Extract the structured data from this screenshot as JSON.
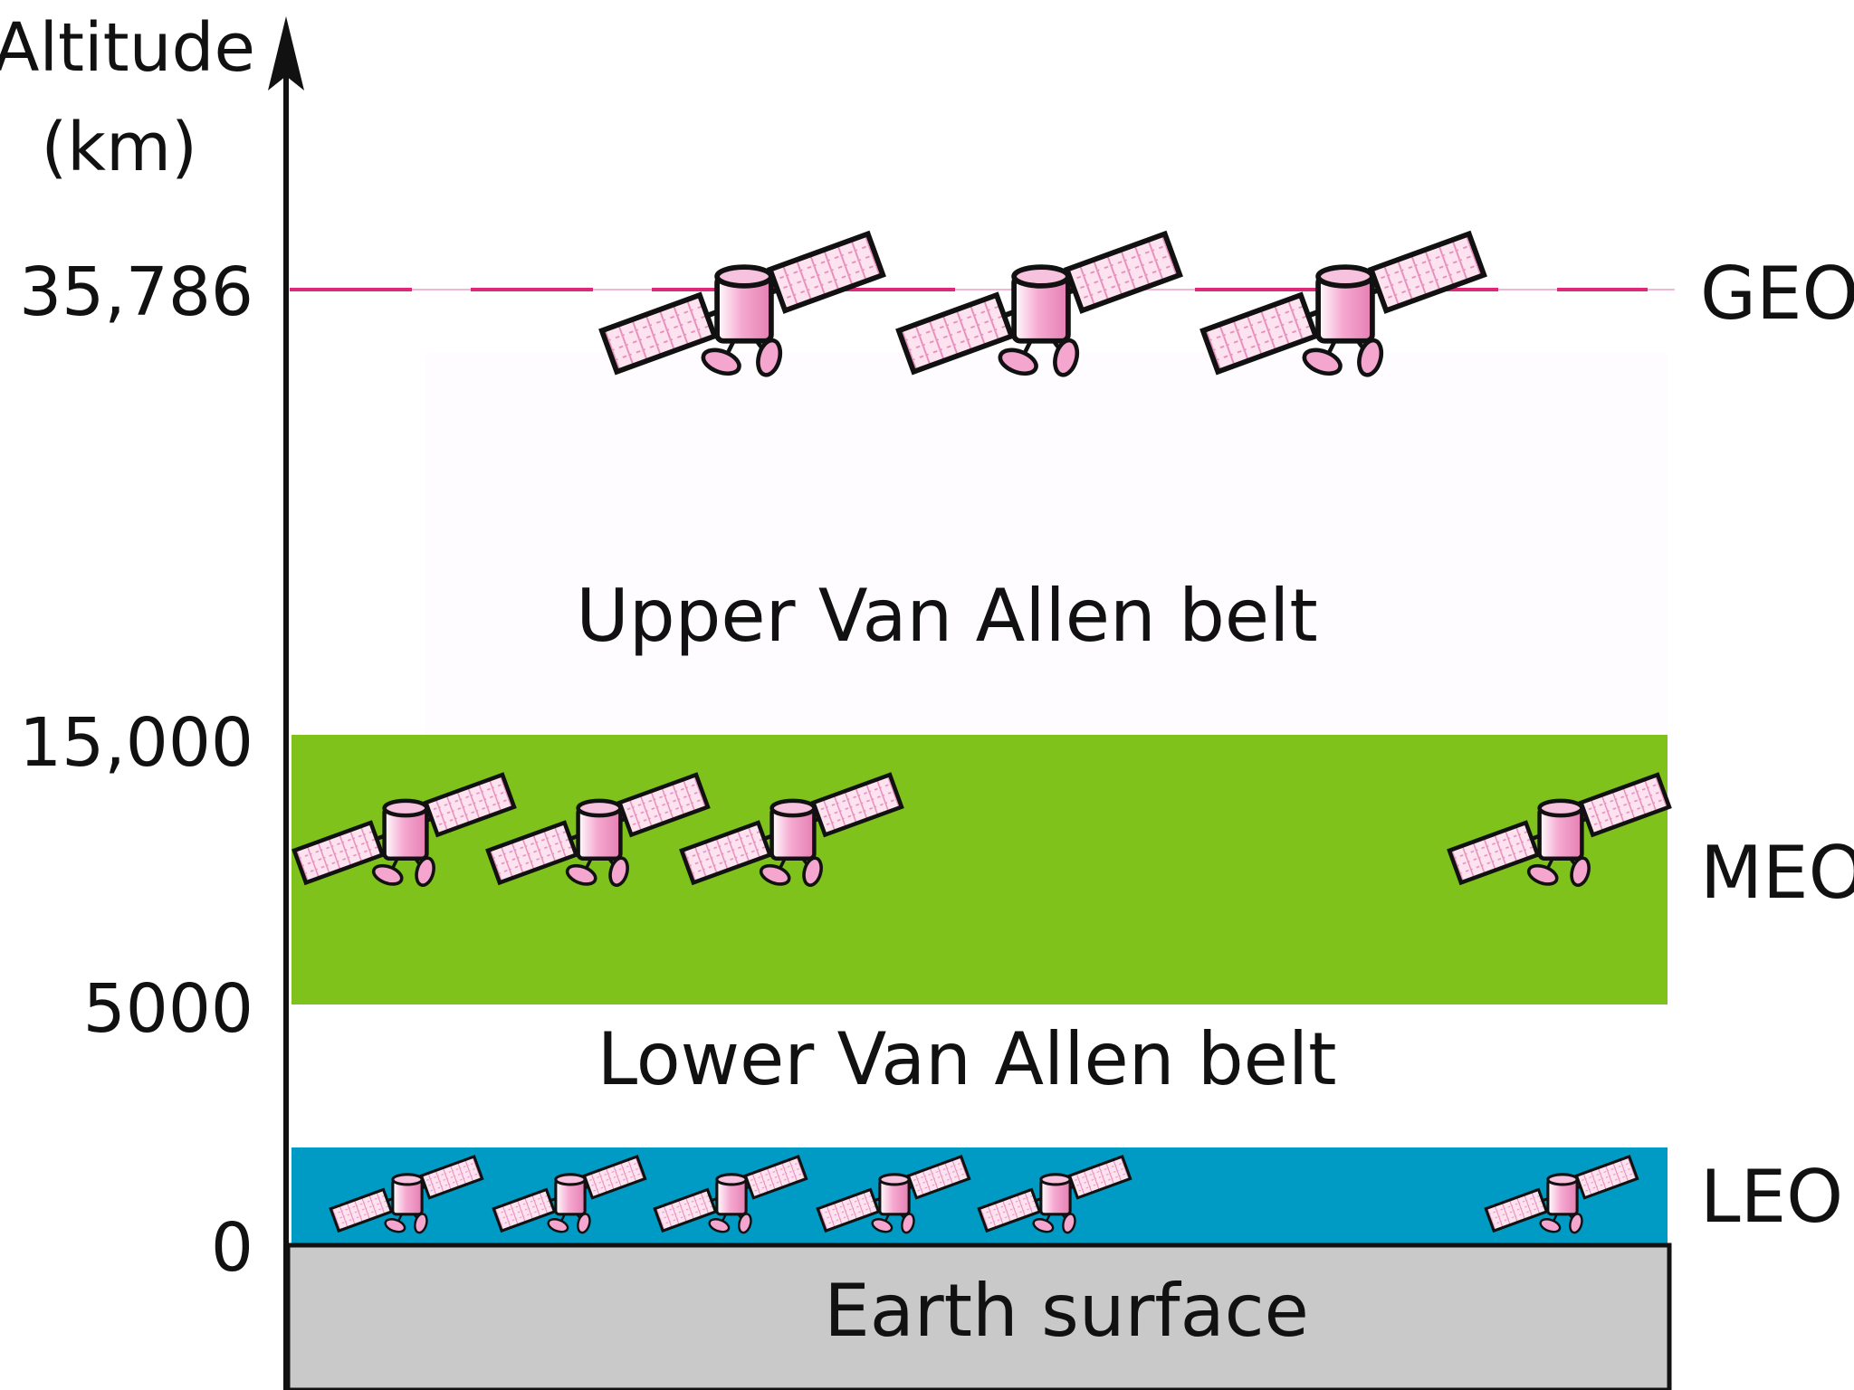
{
  "axis": {
    "title_line1": "Altitude",
    "title_line2": "(km)",
    "ticks": [
      "35,786",
      "15,000",
      "5000",
      "0"
    ]
  },
  "orbits": {
    "geo": "GEO",
    "meo": "MEO",
    "leo": "LEO"
  },
  "regions": {
    "upper_belt": "Upper Van Allen belt",
    "lower_belt": "Lower Van Allen belt",
    "earth": "Earth surface"
  },
  "colors": {
    "meo_band": "#7fc21c",
    "leo_band": "#009bc4",
    "earth": "#c9c9c9",
    "geo_line": "#e0287a",
    "satellite": "#f4a6cf",
    "panel": "#fbd3e8"
  },
  "icons": {
    "satellite": "satellite-icon",
    "axis_arrow": "arrow-up-icon"
  }
}
